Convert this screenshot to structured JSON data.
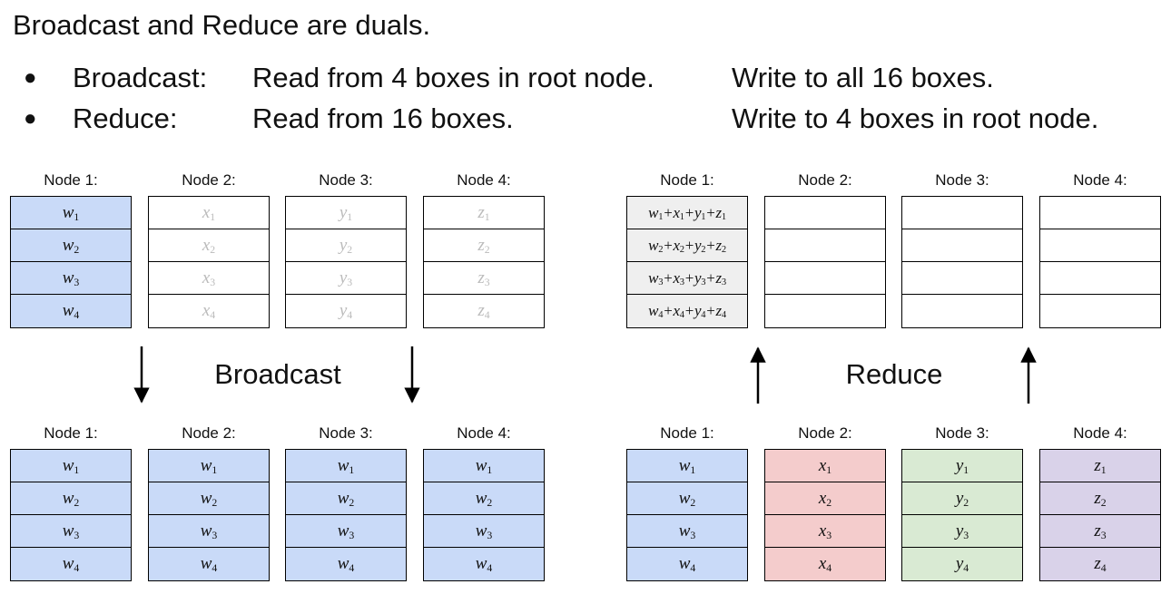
{
  "heading": "Broadcast and Reduce are duals.",
  "bullets": [
    {
      "dot": "●",
      "name": "Broadcast:",
      "read": "Read from 4 boxes in root node.",
      "write": "Write to all 16 boxes."
    },
    {
      "dot": "●",
      "name": "Reduce:",
      "read": "Read from 16 boxes.",
      "write": "Write to 4 boxes in root node."
    }
  ],
  "colors": {
    "blue": "#c9daf8",
    "red": "#f4cccc",
    "green": "#d9ead3",
    "purple": "#d9d2e9",
    "gray": "#efefef",
    "empty": "#ffffff"
  },
  "operations": {
    "broadcast": "Broadcast",
    "reduce": "Reduce"
  },
  "groups": {
    "broadcast_before": [
      {
        "label": "Node 1:",
        "color": "blue",
        "faded": false,
        "cells": [
          "w1",
          "w2",
          "w3",
          "w4"
        ]
      },
      {
        "label": "Node 2:",
        "color": "empty",
        "faded": true,
        "cells": [
          "x1",
          "x2",
          "x3",
          "x4"
        ]
      },
      {
        "label": "Node 3:",
        "color": "empty",
        "faded": true,
        "cells": [
          "y1",
          "y2",
          "y3",
          "y4"
        ]
      },
      {
        "label": "Node 4:",
        "color": "empty",
        "faded": true,
        "cells": [
          "z1",
          "z2",
          "z3",
          "z4"
        ]
      }
    ],
    "broadcast_after": [
      {
        "label": "Node 1:",
        "color": "blue",
        "faded": false,
        "cells": [
          "w1",
          "w2",
          "w3",
          "w4"
        ]
      },
      {
        "label": "Node 2:",
        "color": "blue",
        "faded": false,
        "cells": [
          "w1",
          "w2",
          "w3",
          "w4"
        ]
      },
      {
        "label": "Node 3:",
        "color": "blue",
        "faded": false,
        "cells": [
          "w1",
          "w2",
          "w3",
          "w4"
        ]
      },
      {
        "label": "Node 4:",
        "color": "blue",
        "faded": false,
        "cells": [
          "w1",
          "w2",
          "w3",
          "w4"
        ]
      }
    ],
    "reduce_after": [
      {
        "label": "Node 1:",
        "color": "gray",
        "faded": false,
        "cells": [
          "w1+x1+y1+z1",
          "w2+x2+y2+z2",
          "w3+x3+y3+z3",
          "w4+x4+y4+z4"
        ]
      },
      {
        "label": "Node 2:",
        "color": "empty",
        "faded": false,
        "cells": [
          "",
          "",
          "",
          ""
        ]
      },
      {
        "label": "Node 3:",
        "color": "empty",
        "faded": false,
        "cells": [
          "",
          "",
          "",
          ""
        ]
      },
      {
        "label": "Node 4:",
        "color": "empty",
        "faded": false,
        "cells": [
          "",
          "",
          "",
          ""
        ]
      }
    ],
    "reduce_before": [
      {
        "label": "Node 1:",
        "color": "blue",
        "faded": false,
        "cells": [
          "w1",
          "w2",
          "w3",
          "w4"
        ]
      },
      {
        "label": "Node 2:",
        "color": "red",
        "faded": false,
        "cells": [
          "x1",
          "x2",
          "x3",
          "x4"
        ]
      },
      {
        "label": "Node 3:",
        "color": "green",
        "faded": false,
        "cells": [
          "y1",
          "y2",
          "y3",
          "y4"
        ]
      },
      {
        "label": "Node 4:",
        "color": "purple",
        "faded": false,
        "cells": [
          "z1",
          "z2",
          "z3",
          "z4"
        ]
      }
    ]
  }
}
